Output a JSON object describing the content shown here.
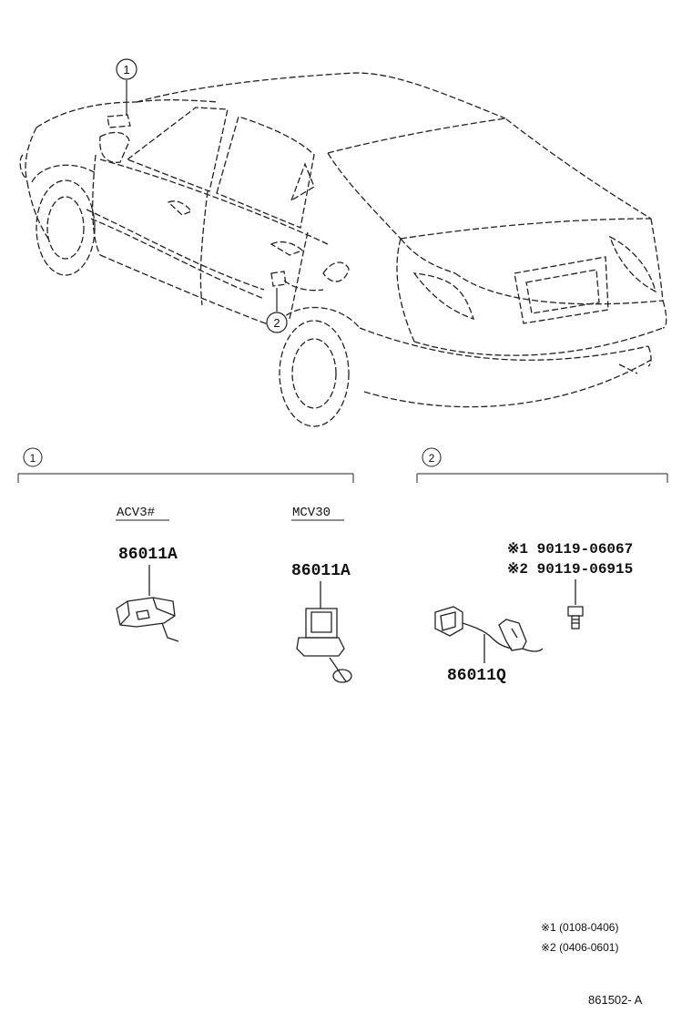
{
  "callouts": {
    "one": "1",
    "two": "2"
  },
  "section1": {
    "number": "1",
    "variant_a": {
      "model": "ACV3#",
      "part": "86011A"
    },
    "variant_b": {
      "model": "MCV30",
      "part": "86011A"
    }
  },
  "section2": {
    "number": "2",
    "bolt1": "※1 90119-06067",
    "bolt2": "※2 90119-06915",
    "part": "86011Q"
  },
  "notes": {
    "n1": "※1 (0108-0406)",
    "n2": "※2 (0406-0601)"
  },
  "diagram_id": "861502- A"
}
